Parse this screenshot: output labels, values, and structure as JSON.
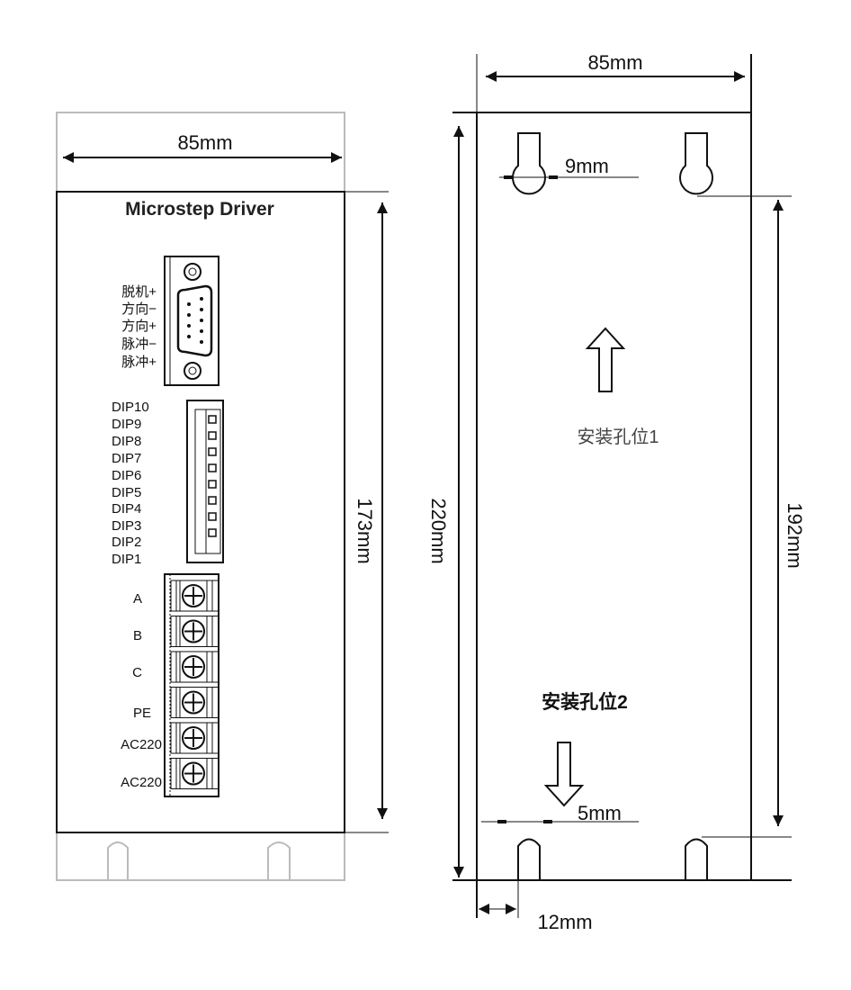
{
  "left_view": {
    "width_dim": "85mm",
    "height_dim": "173mm",
    "title": "Microstep Driver",
    "signal_labels": [
      "脱机+",
      "方向−",
      "方向+",
      "脉冲−",
      "脉冲+"
    ],
    "dip_labels": [
      "DIP10",
      "DIP9",
      "DIP8",
      "DIP7",
      "DIP6",
      "DIP5",
      "DIP4",
      "DIP3",
      "DIP2",
      "DIP1"
    ],
    "terminal_labels": [
      "A",
      "B",
      "C",
      "PE",
      "AC220",
      "AC220"
    ]
  },
  "right_view": {
    "width_dim": "85mm",
    "height_dim": "220mm",
    "hole_spacing_dim": "192mm",
    "top_hole_dim": "9mm",
    "bottom_slot_dim": "5mm",
    "edge_offset_dim": "12mm",
    "hole1_label": "安装孔位1",
    "hole2_label": "安装孔位2"
  }
}
